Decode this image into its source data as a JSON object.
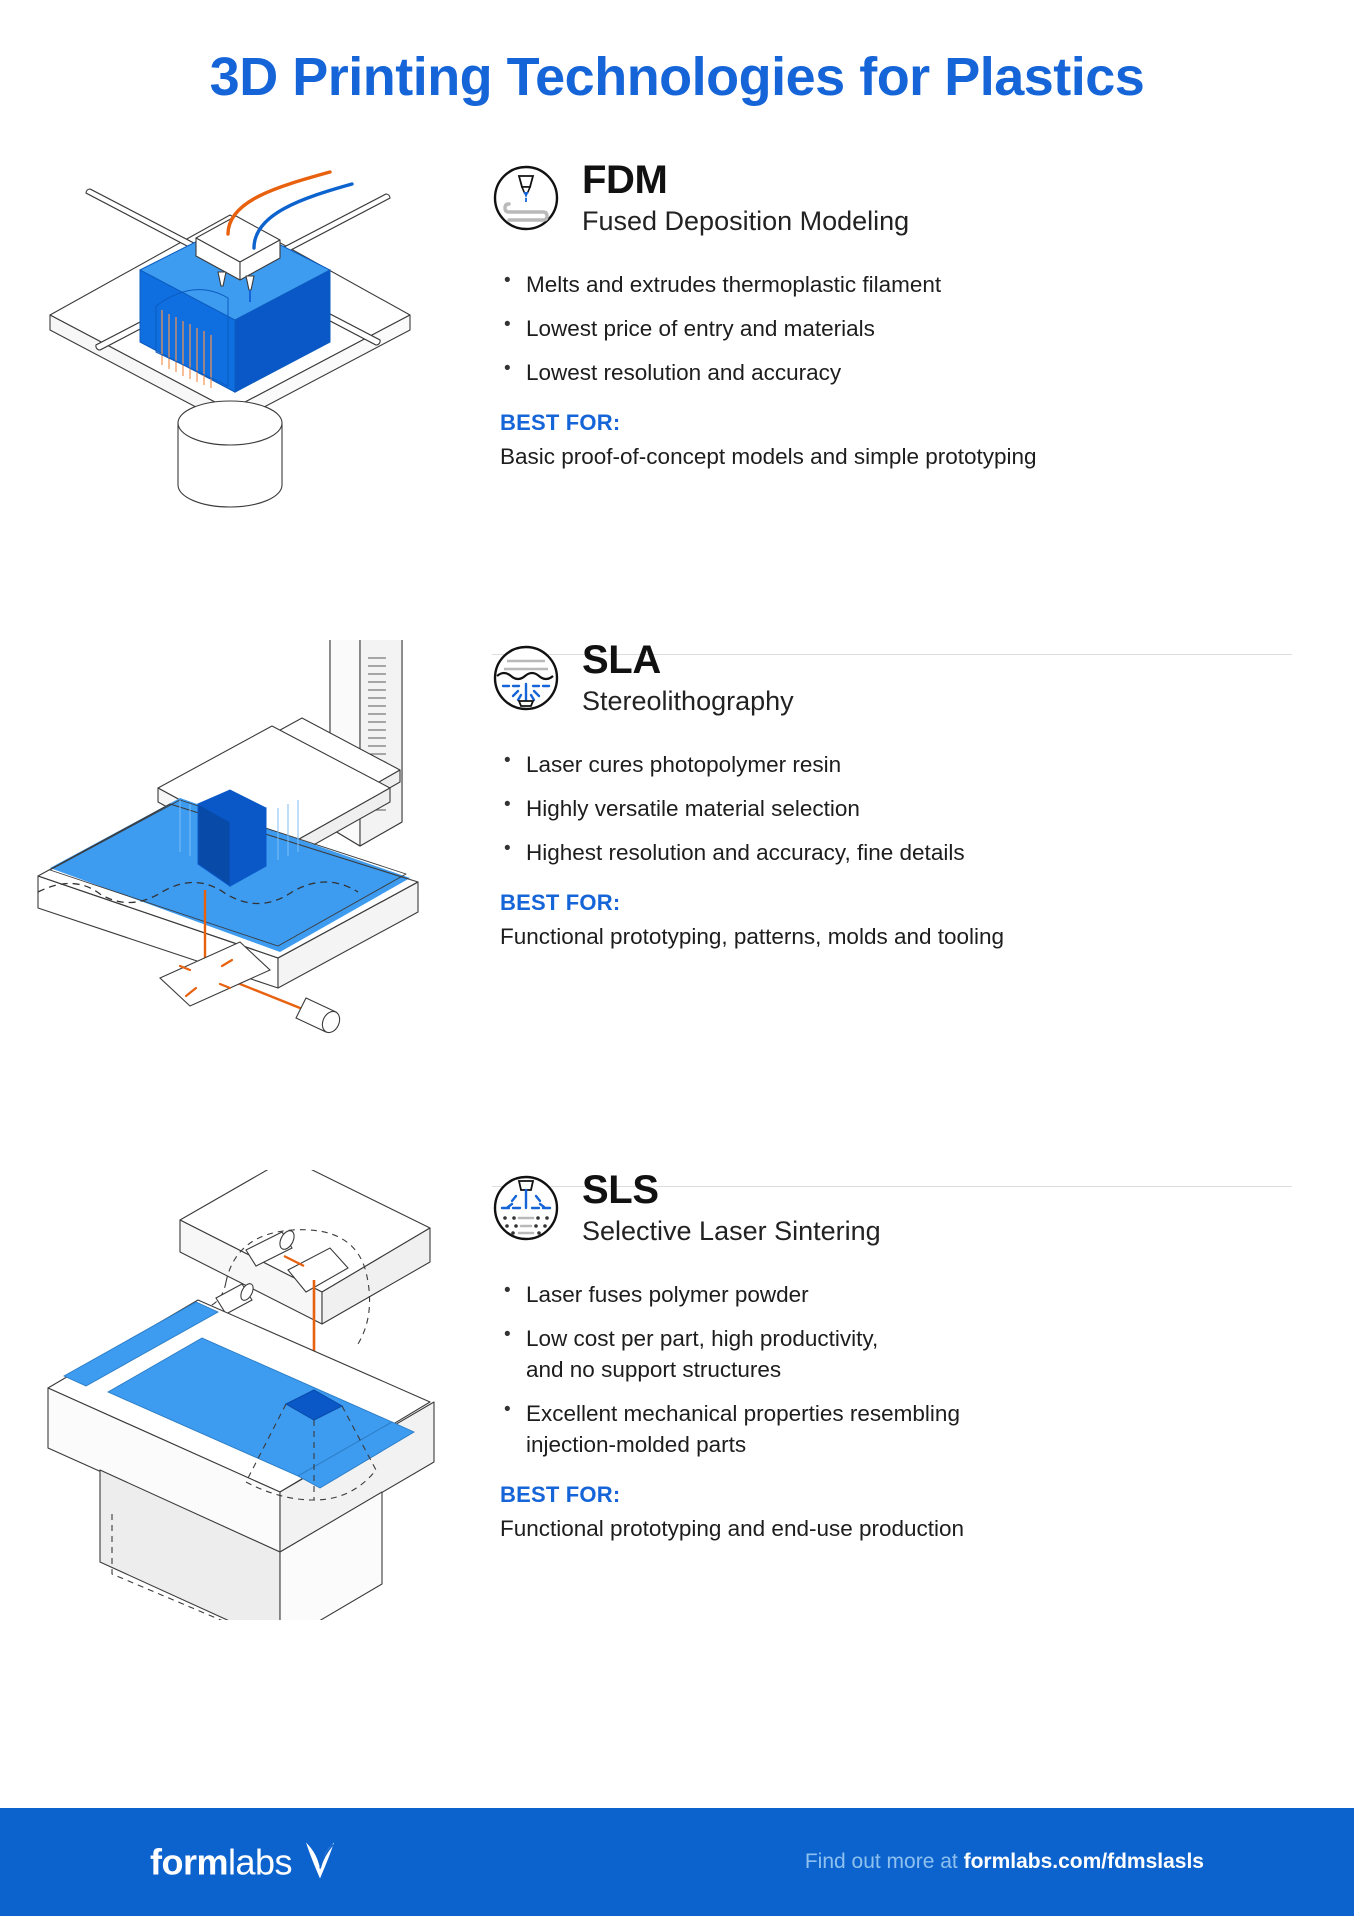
{
  "title": "3D Printing Technologies for Plastics",
  "colors": {
    "brand_blue": "#1565d8",
    "footer_blue": "#0d63ce",
    "art_blue": "#3d9bf0",
    "art_blue_dark": "#0a58c8",
    "art_orange": "#e8610f",
    "divider_gray": "#dddddd"
  },
  "sections": [
    {
      "id": "fdm",
      "icon": "fdm-nozzle-icon",
      "acronym": "FDM",
      "fullname": "Fused Deposition Modeling",
      "bullets": [
        "Melts and extrudes thermoplastic filament",
        "Lowest price of entry and materials",
        "Lowest resolution and accuracy"
      ],
      "best_for_label": "BEST FOR:",
      "best_for_text": "Basic proof-of-concept models and simple prototyping",
      "illustration": "fdm-printer-illustration"
    },
    {
      "id": "sla",
      "icon": "sla-resin-vat-icon",
      "acronym": "SLA",
      "fullname": "Stereolithography",
      "bullets": [
        "Laser cures photopolymer resin",
        "Highly versatile material selection",
        "Highest resolution and accuracy, fine details"
      ],
      "best_for_label": "BEST FOR:",
      "best_for_text": "Functional prototyping, patterns, molds and tooling",
      "illustration": "sla-printer-illustration"
    },
    {
      "id": "sls",
      "icon": "sls-powder-bed-icon",
      "acronym": "SLS",
      "fullname": "Selective Laser Sintering",
      "bullets": [
        "Laser fuses polymer powder",
        "Low cost per part, high productivity,\nand no support structures",
        "Excellent mechanical properties resembling\ninjection-molded parts"
      ],
      "best_for_label": "BEST FOR:",
      "best_for_text": "Functional prototyping and end-use production",
      "illustration": "sls-printer-illustration"
    }
  ],
  "footer": {
    "logo_form": "form",
    "logo_labs": "labs",
    "logo_mark": "formlabs-wing-icon",
    "cta_prefix": "Find out more at ",
    "cta_url": "formlabs.com/fdmslasls"
  }
}
